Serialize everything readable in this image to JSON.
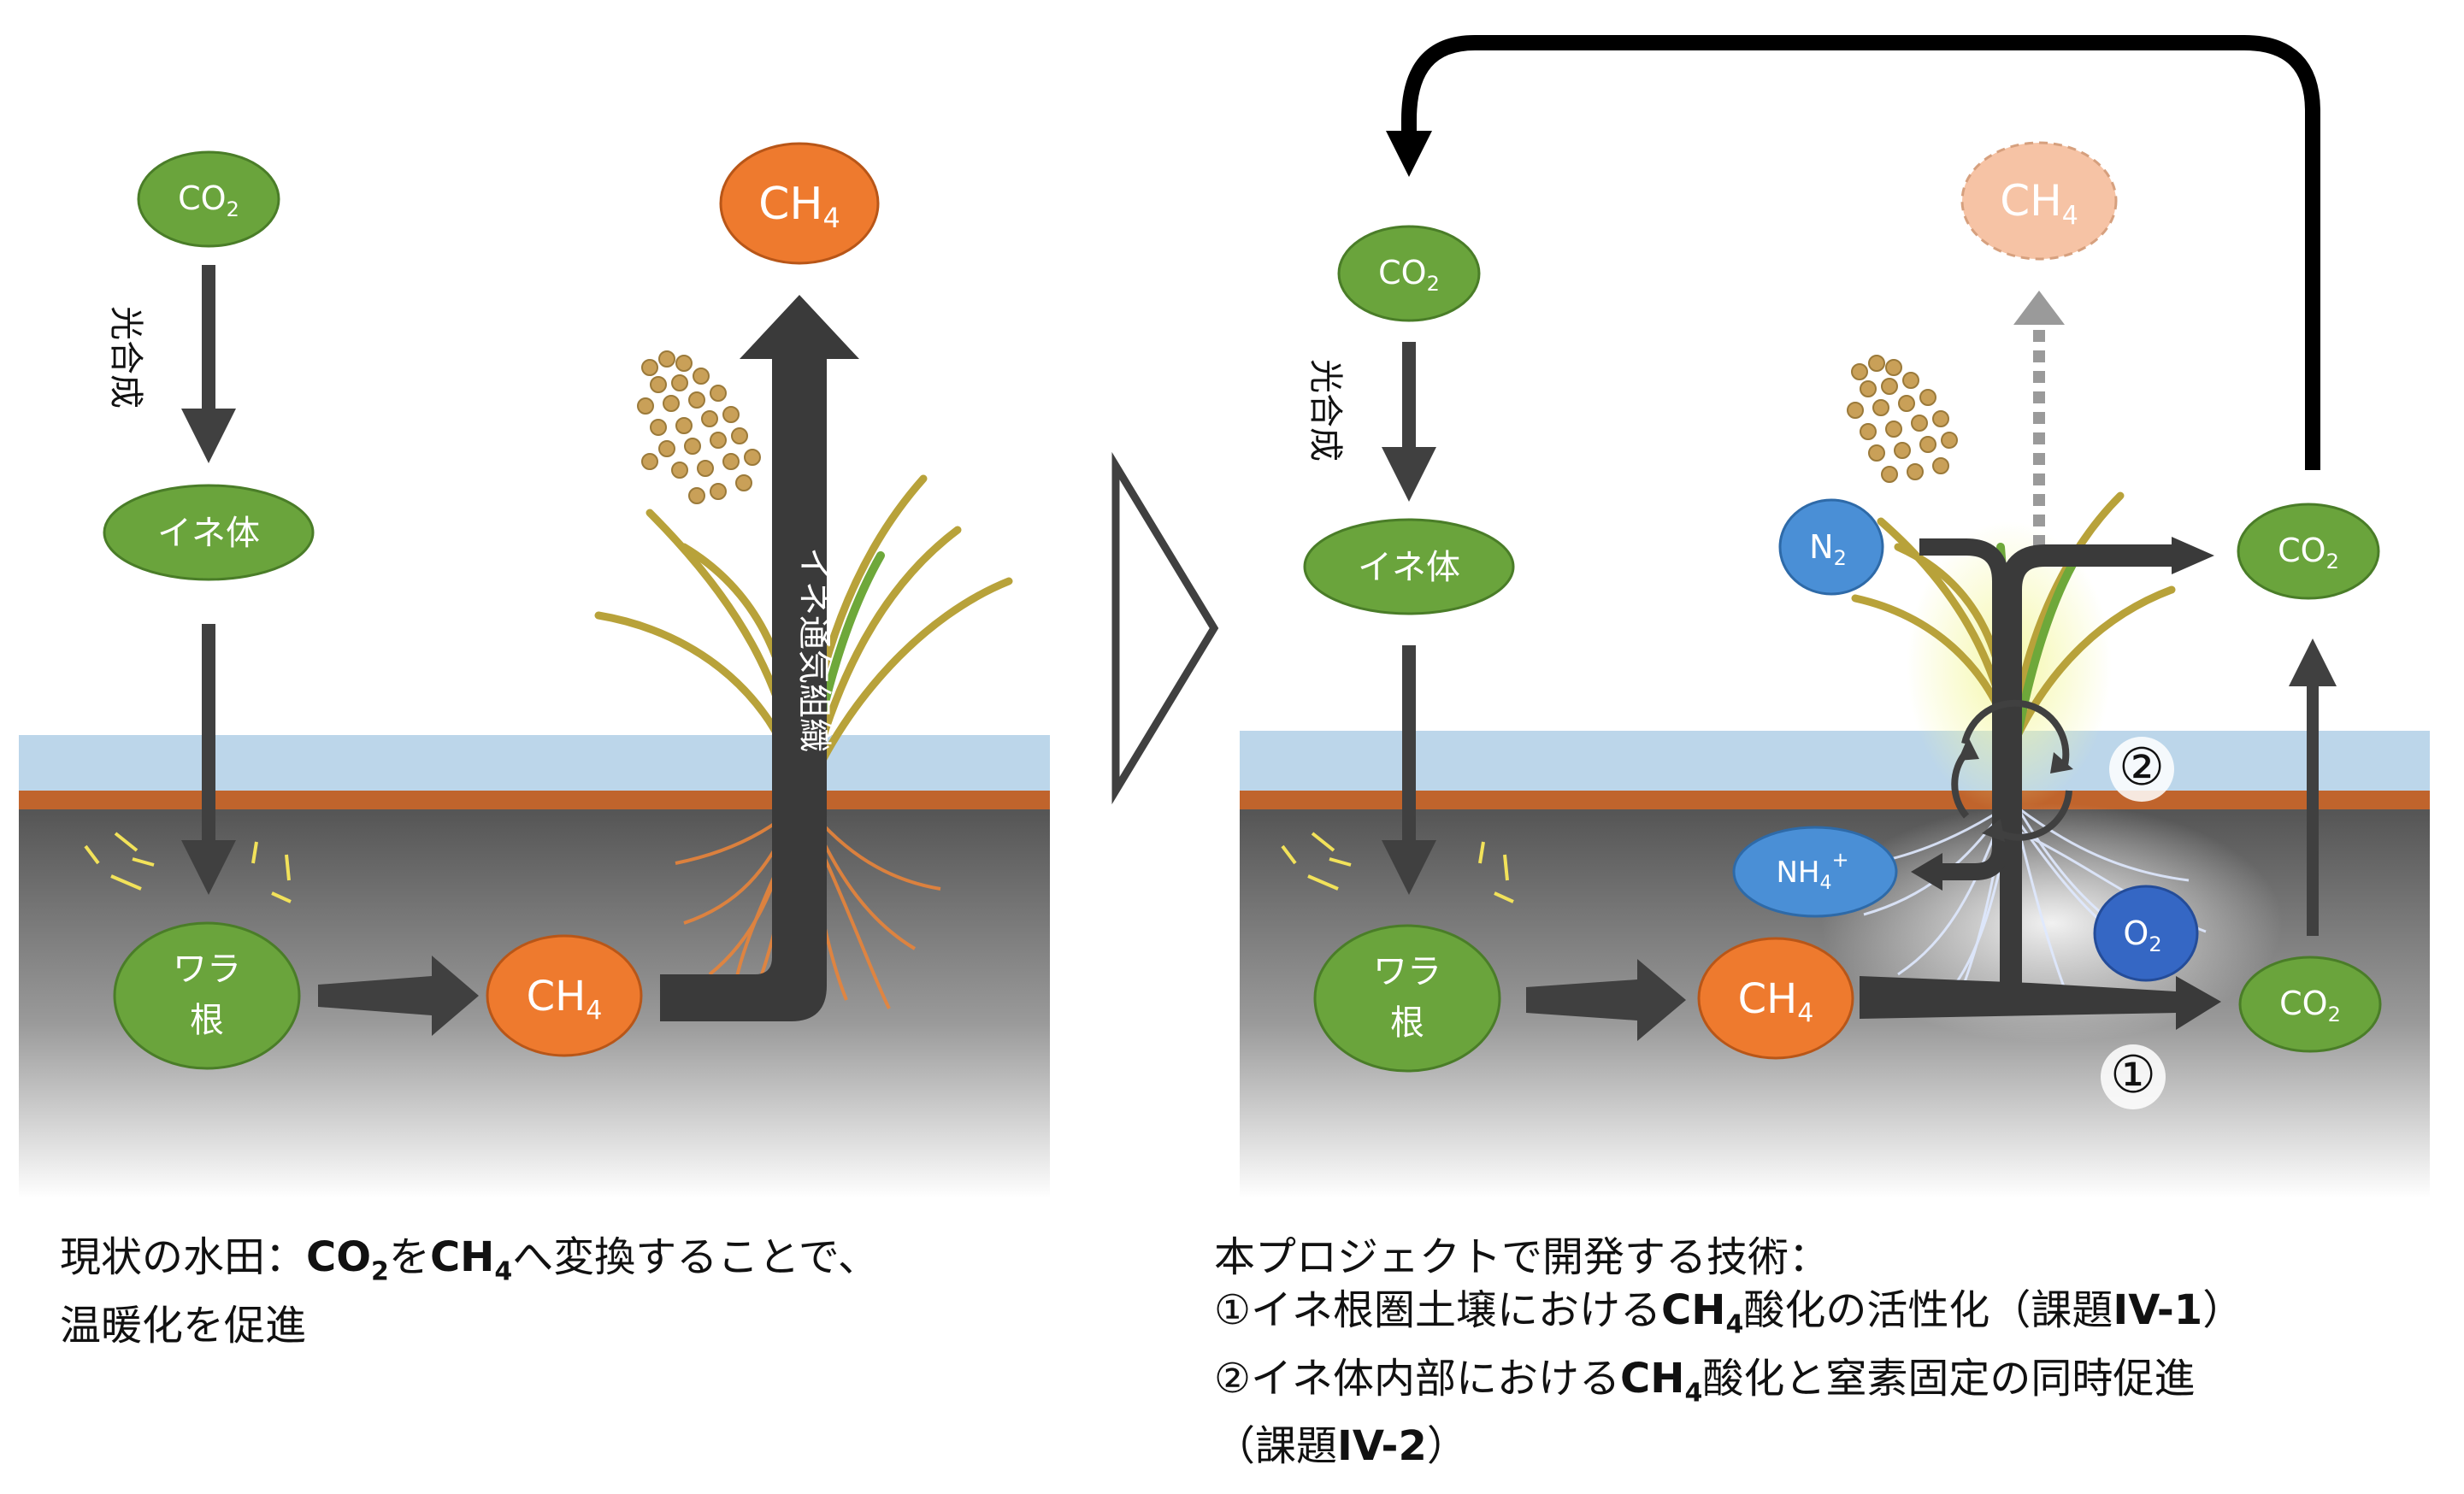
{
  "left_panel": {
    "nodes": {
      "co2": {
        "base": "CO",
        "sub": "2"
      },
      "rice": "イネ体",
      "straw_root": [
        "ワラ",
        "根"
      ],
      "ch4_soil": {
        "base": "CH",
        "sub": "4"
      },
      "ch4_emit": {
        "base": "CH",
        "sub": "4"
      }
    },
    "labels": {
      "photosynthesis": "光合成",
      "aerenchyma": "イネ通気組織"
    },
    "caption": {
      "line1_a": "現状の水田：",
      "co2_base": "CO",
      "co2_sub": "2",
      "line1_b": "を",
      "ch4_base": "CH",
      "ch4_sub": "4",
      "line1_c": "へ変換することで、",
      "line2": "温暖化を促進"
    }
  },
  "right_panel": {
    "nodes": {
      "co2_top": {
        "base": "CO",
        "sub": "2"
      },
      "rice": "イネ体",
      "straw_root": [
        "ワラ",
        "根"
      ],
      "ch4_soil": {
        "base": "CH",
        "sub": "4"
      },
      "ch4_faded": {
        "base": "CH",
        "sub": "4"
      },
      "n2": {
        "base": "N",
        "sub": "2"
      },
      "nh4": {
        "base": "NH",
        "sub": "4",
        "sup": "+"
      },
      "o2": {
        "base": "O",
        "sub": "2"
      },
      "co2_plant": {
        "base": "CO",
        "sub": "2"
      },
      "co2_soil": {
        "base": "CO",
        "sub": "2"
      }
    },
    "labels": {
      "photosynthesis": "光合成",
      "marker1": "①",
      "marker2": "②"
    },
    "caption": {
      "line1": "本プロジェクトで開発する技術：",
      "line2_a": "①イネ根圏土壌における",
      "line2_ch4_base": "CH",
      "line2_ch4_sub": "4",
      "line2_b": "酸化の活性化（",
      "line2_c": "課題",
      "line2_code": "IV-1",
      "line2_d": "）",
      "line3_a": "②イネ体内部における",
      "line3_ch4_base": "CH",
      "line3_ch4_sub": "4",
      "line3_b": "酸化と窒素固定の同時促進",
      "line4_a": "（課題",
      "line4_code": "IV-2",
      "line4_b": "）"
    }
  },
  "colors": {
    "green_node": "#6aa43c",
    "orange_node": "#ee7a2e",
    "blue_node": "#4a8fd6",
    "dark_blue_node": "#3567c4",
    "water": "#bcd6ea",
    "soil_surface": "#c0642c",
    "arrow": "#404040"
  }
}
